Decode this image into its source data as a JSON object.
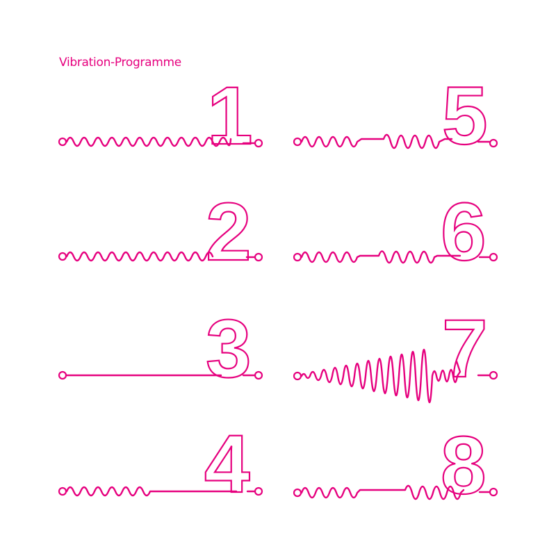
{
  "title": "Vibration-Programme",
  "accent_color": "#e6007e",
  "programs": [
    {
      "number": "1",
      "label": "1",
      "pattern": "continuous-wave"
    },
    {
      "number": "2",
      "label": "2",
      "pattern": "continuous-wave"
    },
    {
      "number": "3",
      "label": "3",
      "pattern": "flat-line"
    },
    {
      "number": "4",
      "label": "4",
      "pattern": "wave-then-flat"
    },
    {
      "number": "5",
      "label": "5",
      "pattern": "wave-pause-wave"
    },
    {
      "number": "6",
      "label": "6",
      "pattern": "wave-pause-wave"
    },
    {
      "number": "7",
      "label": "7",
      "pattern": "increasing-amplitude"
    },
    {
      "number": "8",
      "label": "8",
      "pattern": "wave-long-pause-wave"
    }
  ]
}
